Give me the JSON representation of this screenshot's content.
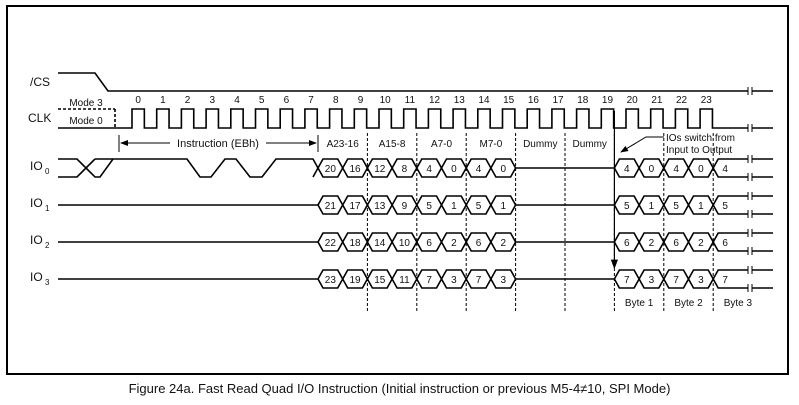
{
  "signals": {
    "cs": "/CS",
    "clk": "CLK",
    "io": [
      {
        "name": "IO",
        "sub": "0"
      },
      {
        "name": "IO",
        "sub": "1"
      },
      {
        "name": "IO",
        "sub": "2"
      },
      {
        "name": "IO",
        "sub": "3"
      }
    ]
  },
  "clock": {
    "mode3": "Mode 3",
    "mode0": "Mode 0",
    "numbers": [
      "0",
      "1",
      "2",
      "3",
      "4",
      "5",
      "6",
      "7",
      "8",
      "9",
      "10",
      "11",
      "12",
      "13",
      "14",
      "15",
      "16",
      "17",
      "18",
      "19",
      "20",
      "21",
      "22",
      "23"
    ]
  },
  "instruction_label": "Instruction (EBh)",
  "segments": [
    "A23-16",
    "A15-8",
    "A7-0",
    "M7-0",
    "Dummy",
    "Dummy"
  ],
  "io_data": {
    "input": [
      [
        "20",
        "16",
        "12",
        "8",
        "4",
        "0",
        "4",
        "0"
      ],
      [
        "21",
        "17",
        "13",
        "9",
        "5",
        "1",
        "5",
        "1"
      ],
      [
        "22",
        "18",
        "14",
        "10",
        "6",
        "2",
        "6",
        "2"
      ],
      [
        "23",
        "19",
        "15",
        "11",
        "7",
        "3",
        "7",
        "3"
      ]
    ],
    "output": [
      [
        "4",
        "0",
        "4",
        "0",
        "4"
      ],
      [
        "5",
        "1",
        "5",
        "1",
        "5"
      ],
      [
        "6",
        "2",
        "6",
        "2",
        "6"
      ],
      [
        "7",
        "3",
        "7",
        "3",
        "7"
      ]
    ]
  },
  "annotation": {
    "line1": "IOs switch from",
    "line2": "Input to Output"
  },
  "bytes": [
    "Byte 1",
    "Byte 2",
    "Byte 3"
  ],
  "caption": "Figure 24a. Fast Read Quad I/O Instruction (Initial instruction or previous M5-4≠10, SPI Mode)"
}
